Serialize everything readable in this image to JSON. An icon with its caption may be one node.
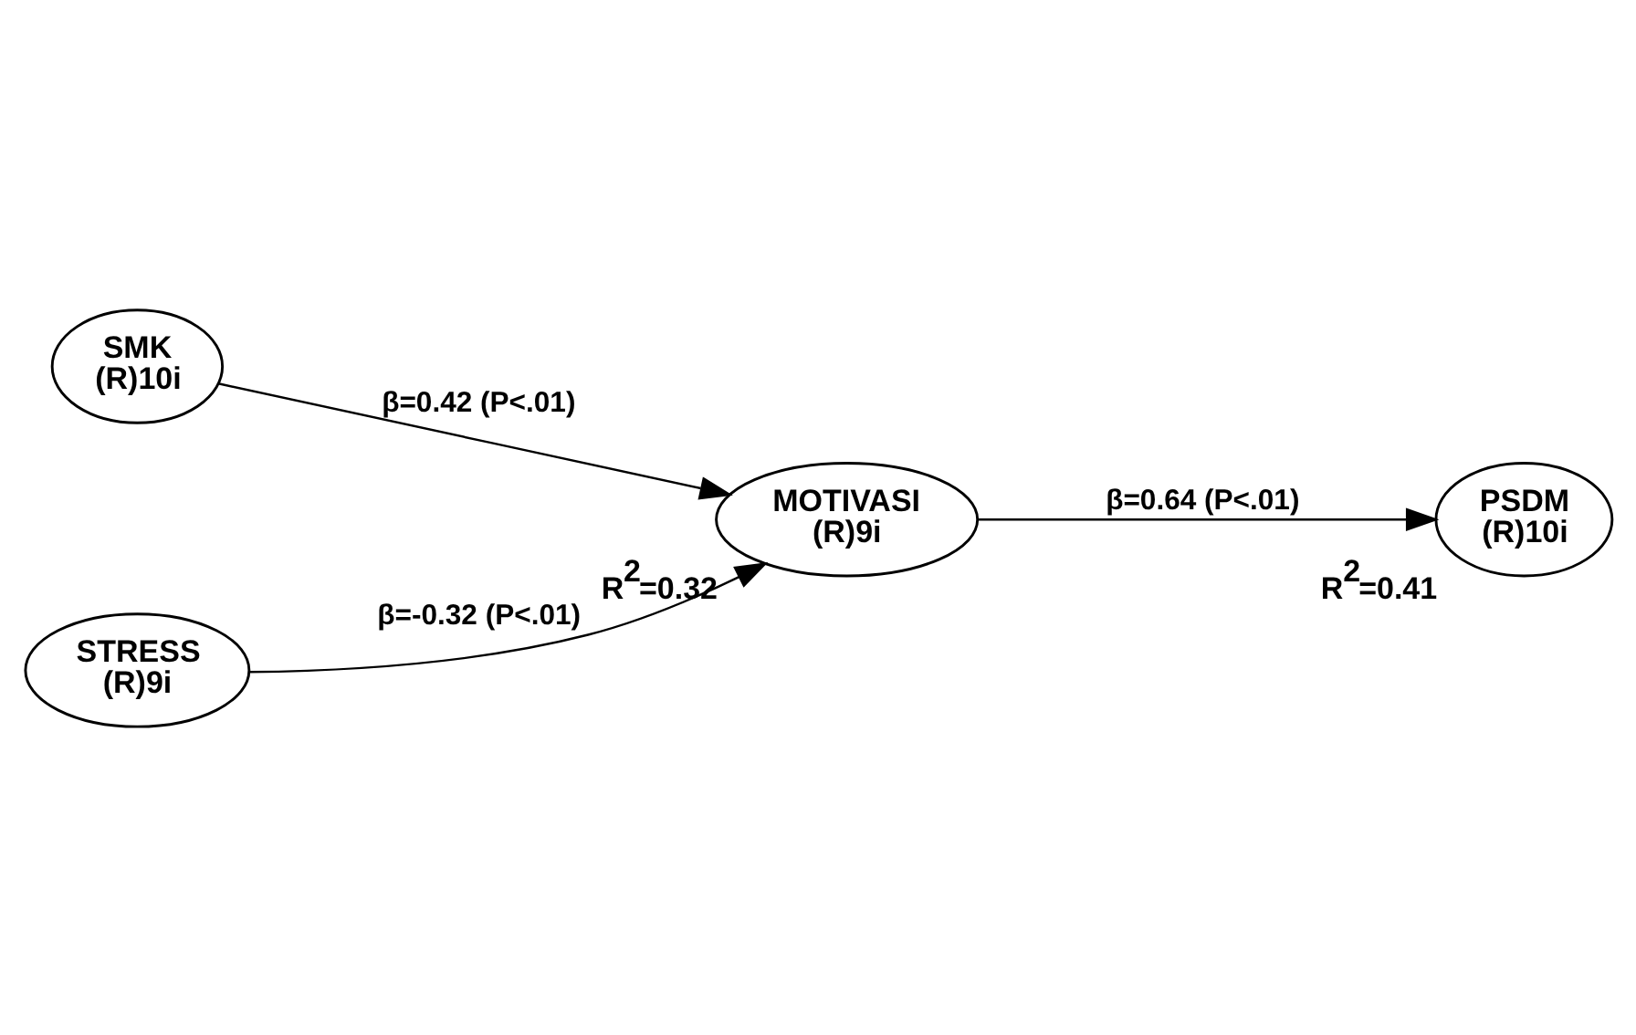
{
  "diagram": {
    "nodes": [
      {
        "text": [
          "SMK",
          "(R)10i"
        ]
      },
      {
        "text": [
          "MOTIVASI",
          "(R)9i"
        ],
        "beside": [
          "R$^{2}$=0.32"
        ]
      },
      {
        "text": [
          "PSDM",
          "(R)10i"
        ],
        "beside": [
          "R$^{2}$=0.41"
        ]
      },
      {
        "text": [
          "STRESS",
          "(R)9i"
        ]
      }
    ],
    "edges": [
      {
        "from": 0,
        "to": 1,
        "arrow": "to",
        "label": "β=0.42 (P<.01)"
      },
      {
        "from": 3,
        "to": 1,
        "arrow": "to",
        "label": "β=-0.32 (P<.01)"
      },
      {
        "from": 1,
        "to": 2,
        "arrow": "to",
        "label": "β=0.64 (P<.01)"
      }
    ]
  }
}
